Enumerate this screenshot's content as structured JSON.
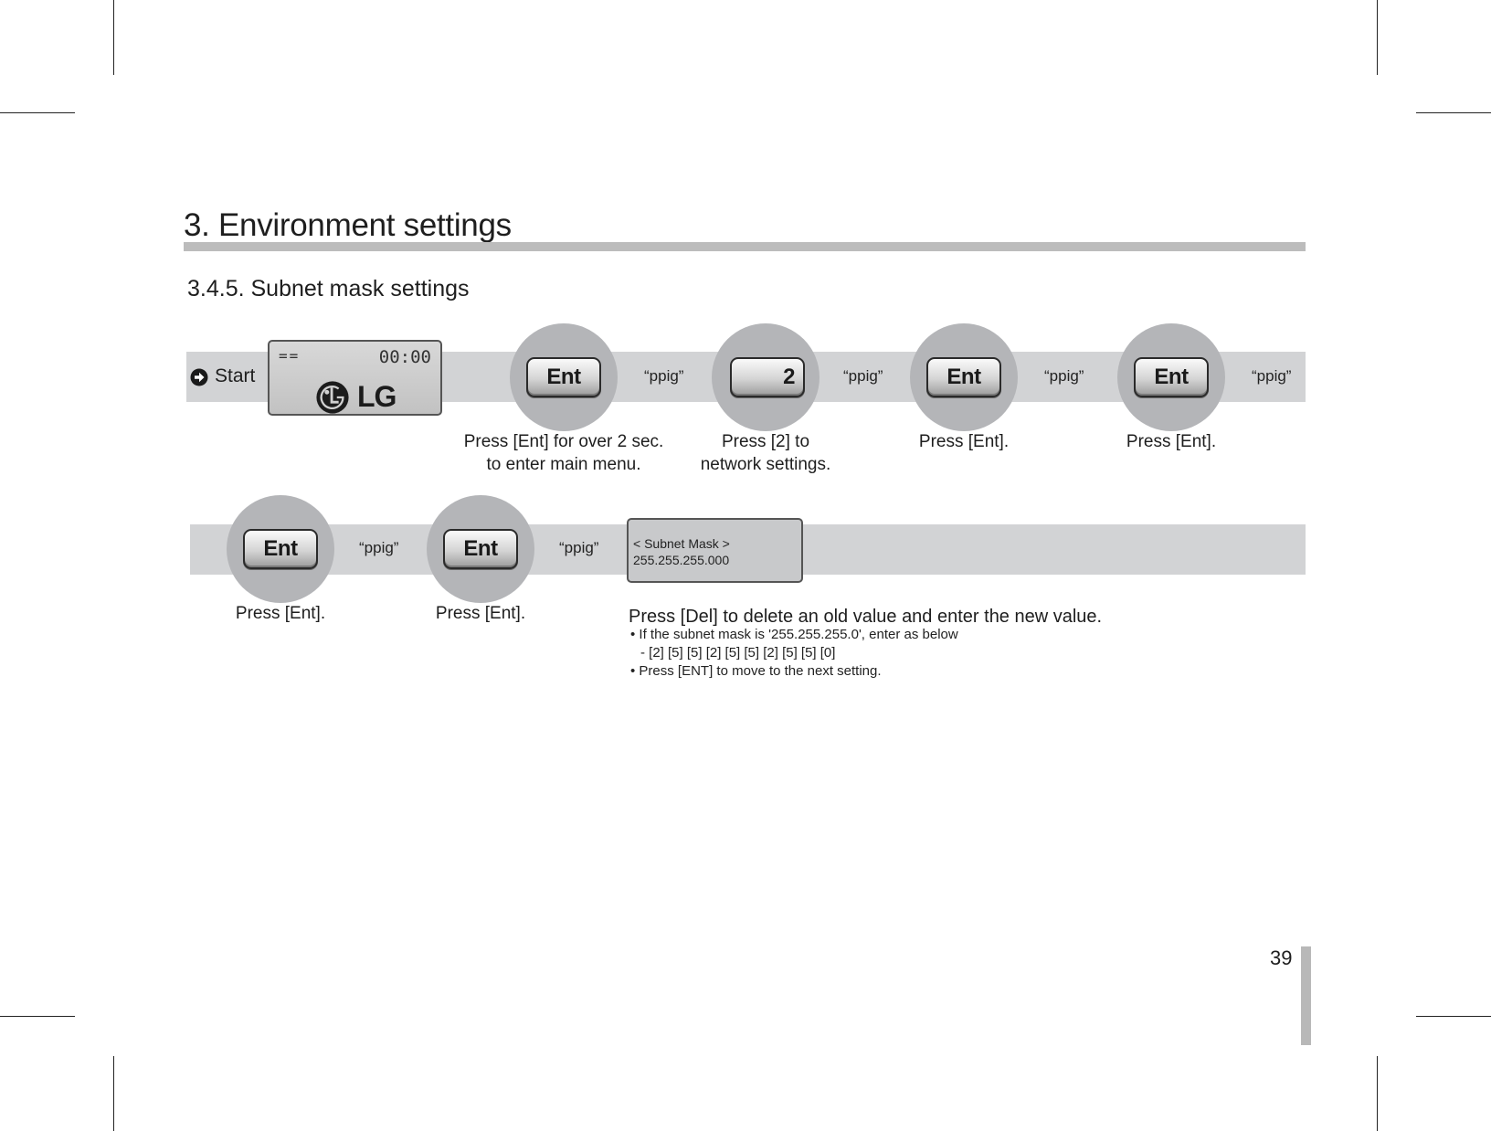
{
  "header": {
    "title": "3. Environment settings",
    "subtitle": "3.4.5. Subnet mask settings"
  },
  "row1": {
    "start_label": "Start",
    "display": {
      "indicator": "==",
      "time": "00:00",
      "logo_text": "LG"
    },
    "steps": [
      {
        "key": "Ent",
        "separator": "“ppig”",
        "caption_line1": "Press [Ent] for over 2 sec.",
        "caption_line2": "to enter main menu."
      },
      {
        "key": "2",
        "separator": "“ppig”",
        "caption_line1": "Press [2] to",
        "caption_line2": "network settings."
      },
      {
        "key": "Ent",
        "separator": "“ppig”",
        "caption_line1": "Press [Ent].",
        "caption_line2": ""
      },
      {
        "key": "Ent",
        "separator": "“ppig”",
        "caption_line1": "Press [Ent].",
        "caption_line2": ""
      }
    ]
  },
  "row2": {
    "steps": [
      {
        "key": "Ent",
        "separator": "“ppig”",
        "caption": "Press [Ent]."
      },
      {
        "key": "Ent",
        "separator": "“ppig”",
        "caption": "Press [Ent]."
      }
    ],
    "display": {
      "line1": "< Subnet Mask >",
      "line2": "255.255.255.000"
    }
  },
  "instructions": {
    "main": "Press [Del] to delete an old value and enter the new value.",
    "bullet1": "• If the subnet mask is '255.255.255.0', enter as below",
    "bullet1_sub": "- [2] [5] [5] [2] [5] [5] [2] [5] [5] [0]",
    "bullet2": "• Press [ENT] to move to the next setting."
  },
  "footer": {
    "page_number": "39"
  }
}
